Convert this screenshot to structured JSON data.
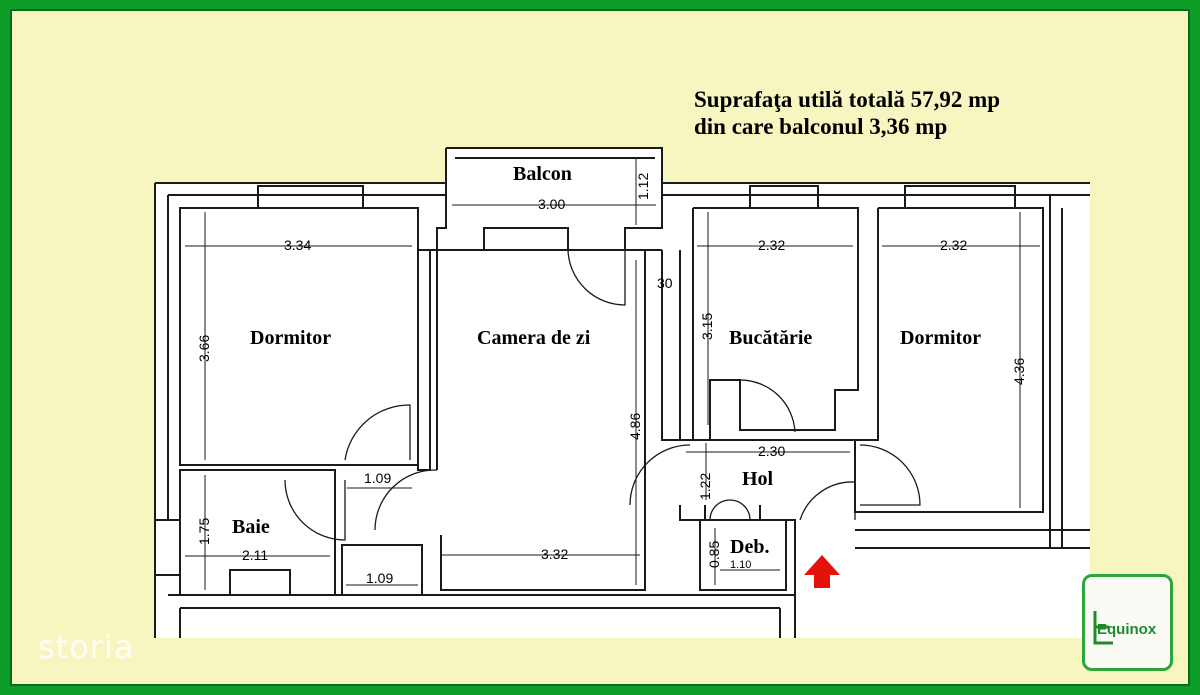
{
  "header": {
    "line1": "Suprafaţa utilă totală 57,92 mp",
    "line2": "din care balconul 3,36 mp"
  },
  "rooms": {
    "balcon": "Balcon",
    "dormitor_left": "Dormitor",
    "camera_de_zi": "Camera de zi",
    "bucatarie": "Bucătărie",
    "dormitor_right": "Dormitor",
    "hol": "Hol",
    "baie": "Baie",
    "deb": "Deb."
  },
  "dimensions": {
    "balcon_width": "3.00",
    "balcon_depth": "1.12",
    "dormitor_left_width": "3.34",
    "dormitor_left_depth": "3.66",
    "camera_width": "3.32",
    "camera_depth": "4.86",
    "wall_30": "30",
    "bucatarie_width": "2.32",
    "bucatarie_depth": "3.15",
    "dormitor_right_width": "2.32",
    "dormitor_right_depth": "4.36",
    "hol_width": "2.30",
    "hol_depth": "1.22",
    "corridor_109": "1.09",
    "baie_width": "2.11",
    "baie_depth": "1.75",
    "closet_109": "1.09",
    "deb_depth": "0.85",
    "deb_width": "1.10"
  },
  "colors": {
    "frame": "#0f9d2a",
    "background": "#f7f5c0",
    "plan_fill": "#ffffff",
    "wall": "#1a1a1a",
    "entrance_arrow": "#e3120b"
  },
  "branding": {
    "watermark": "storia",
    "logo_text": "Equinox"
  },
  "icons": {
    "entrance": "up-arrow-icon"
  }
}
